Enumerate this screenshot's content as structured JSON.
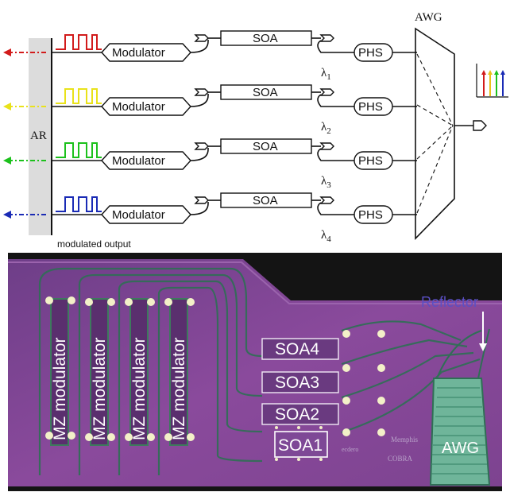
{
  "schematic": {
    "awg_label": "AWG",
    "ar_label": "AR",
    "output_label": "modulated output",
    "colors": [
      "#d21b1b",
      "#e9e21a",
      "#1cc11c",
      "#1a2bb5"
    ],
    "channels": [
      {
        "modulator": "Modulator",
        "soa": "SOA",
        "phs": "PHS",
        "lambda": "λ",
        "sub": "1"
      },
      {
        "modulator": "Modulator",
        "soa": "SOA",
        "phs": "PHS",
        "lambda": "λ",
        "sub": "2"
      },
      {
        "modulator": "Modulator",
        "soa": "SOA",
        "phs": "PHS",
        "lambda": "λ",
        "sub": "3"
      },
      {
        "modulator": "Modulator",
        "soa": "SOA",
        "phs": "PHS",
        "lambda": "λ",
        "sub": "4"
      }
    ]
  },
  "chip": {
    "reflector_label": "Reflector",
    "awg_label": "AWG",
    "modulators": [
      "MZ modulator",
      "MZ modulator",
      "MZ modulator",
      "MZ modulator"
    ],
    "soas": [
      "SOA4",
      "SOA3",
      "SOA2",
      "SOA1"
    ],
    "background": "#7a3d90",
    "label_color": "#5b4fc4"
  }
}
